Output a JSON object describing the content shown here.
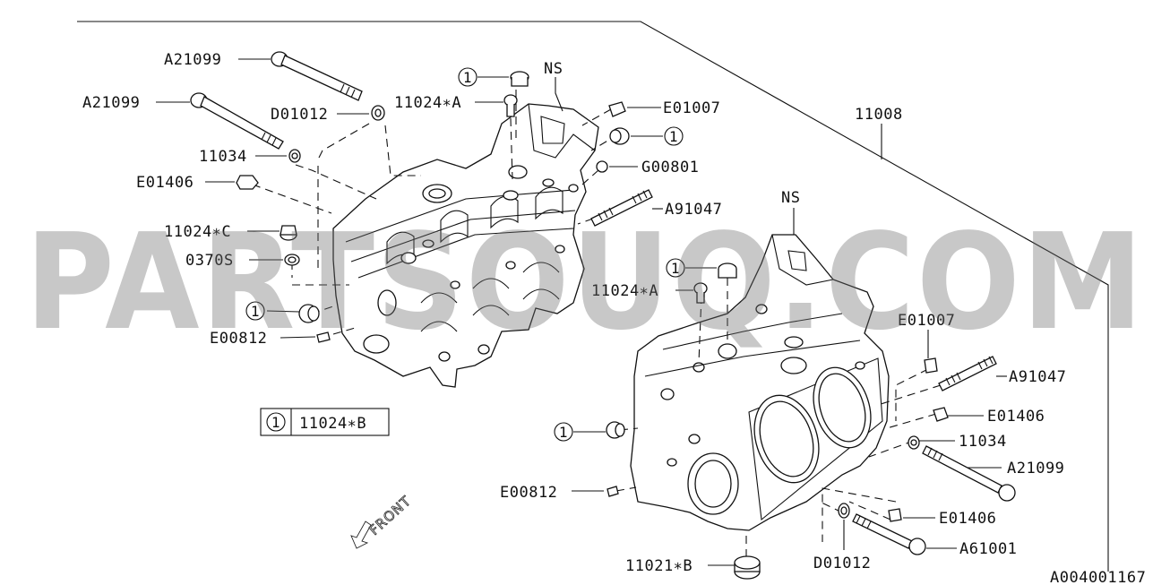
{
  "diagram": {
    "labels": {
      "a21099_top": "A21099",
      "a21099_left": "A21099",
      "d01012_top": "D01012",
      "p11034_left": "11034",
      "e01406_left": "E01406",
      "p11024c": "11024∗C",
      "p0370s": "0370S",
      "e00812_left": "E00812",
      "circ1_top": "1",
      "p11024a_top": "11024∗A",
      "ns_top": "NS",
      "e01007_top": "E01007",
      "circ1_e01007": "1",
      "g00801": "G00801",
      "a91047_top": "A91047",
      "p11008": "11008",
      "circ1_left": "1",
      "ns_right": "NS",
      "circ1_right": "1",
      "p11024a_right": "11024∗A",
      "e01007_right": "E01007",
      "a91047_right": "A91047",
      "e01406_right1": "E01406",
      "p11034_right": "11034",
      "a21099_right": "A21099",
      "circ1_bottom": "1",
      "e00812_right": "E00812",
      "e01406_right2": "E01406",
      "a61001": "A61001",
      "d01012_bottom": "D01012",
      "p11021b": "11021∗B",
      "ref_code": "A004001167"
    },
    "legend": {
      "circle_number": "1",
      "part_code": "11024∗B"
    },
    "front_label": "FRONT",
    "watermark": "PARTSOUQ.COM"
  }
}
